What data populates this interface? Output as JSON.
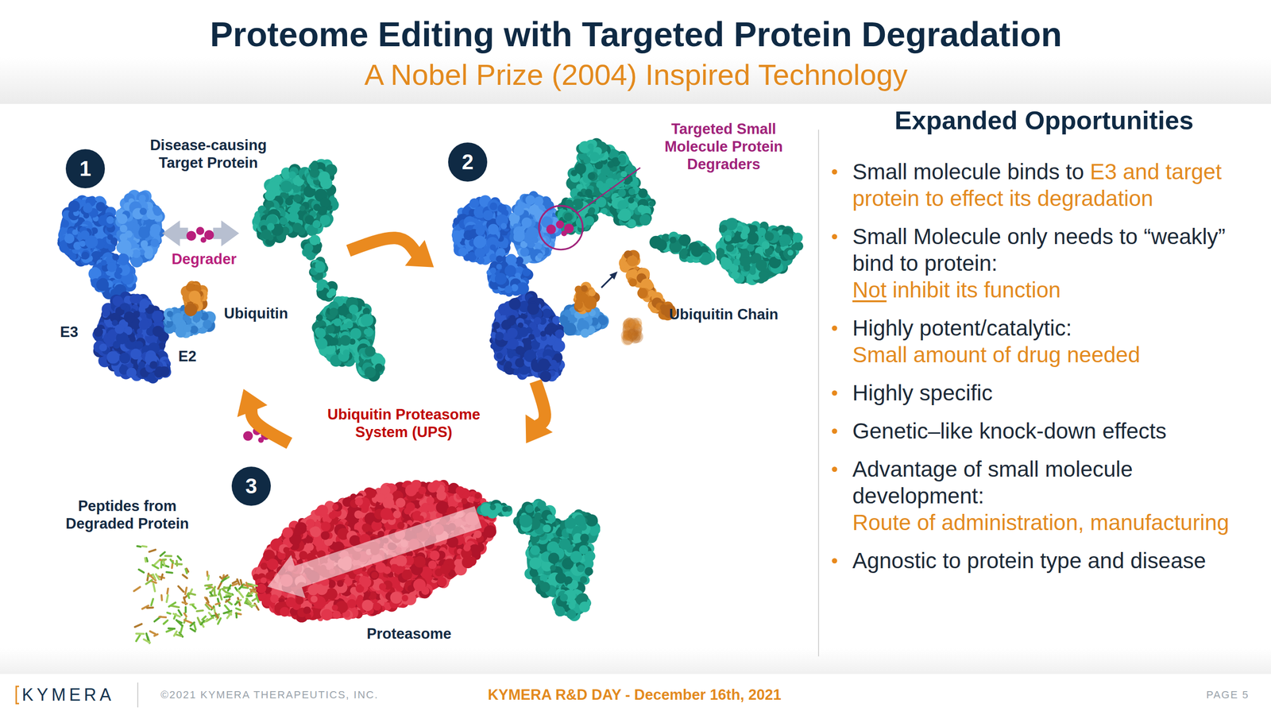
{
  "diagram": {
    "title": "Proteome Editing with Targeted Protein Degradation",
    "nodes": [
      {
        "text": [
          "1"
        ]
      },
      {
        "text": [
          "2"
        ]
      },
      {
        "text": [
          "3"
        ]
      }
    ],
    "edges": [
      {
        "from": 0,
        "to": 1,
        "arrow": "to"
      },
      {
        "from": 1,
        "to": 2,
        "arrow": "to"
      },
      {
        "from": 2,
        "to": 0,
        "arrow": "to"
      }
    ],
    "labels": [
      "A Nobel Prize (2004) Inspired Technology",
      "Disease-causing Target Protein",
      "Degrader",
      "Ubiquitin",
      "E3",
      "E2",
      "Targeted Small Molecule Protein Degraders",
      "Ubiquitin Chain",
      "Ubiquitin Proteasome System (UPS)",
      "Peptides from Degraded Protein",
      "Proteasome",
      "Expanded Opportunities",
      "Small molecule binds to",
      "E3 and target protein to effect its degradation",
      "Small Molecule only needs to “weakly” bind to protein:",
      "Not",
      "inhibit its function",
      "Highly potent/catalytic:",
      "Small amount of drug needed",
      "Highly specific",
      "Genetic–like knock-down effects",
      "Advantage of small molecule development:",
      "Route of administration, manufacturing",
      "Agnostic to protein type and disease",
      "KYMERA",
      "©2021 KYMERA THERAPEUTICS, INC.",
      "KYMERA R&D DAY - December 16th, 2021",
      "PAGE 5"
    ]
  }
}
